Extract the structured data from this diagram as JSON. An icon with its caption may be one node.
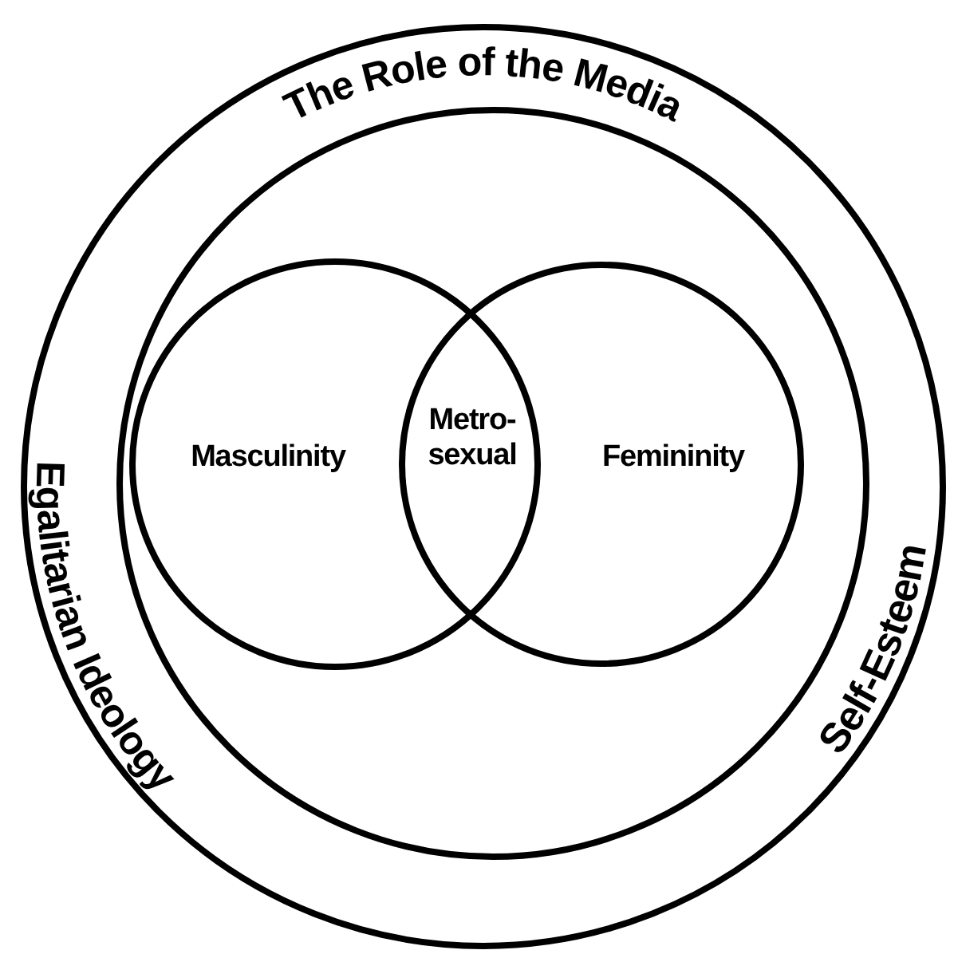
{
  "diagram": {
    "nodes": [
      {
        "text": [
          "The Role of the Media",
          "Egalitarian Ideology",
          "Self-Esteem"
        ]
      },
      {
        "text": [],
        "shape": "circle",
        "in": 0
      },
      {
        "text": [
          "Masculinity"
        ],
        "in": 1
      },
      {
        "text": [
          "Femininity"
        ],
        "in": 1
      },
      {
        "text": [
          "Metro-sexual"
        ]
      }
    ],
    "edges": []
  }
}
